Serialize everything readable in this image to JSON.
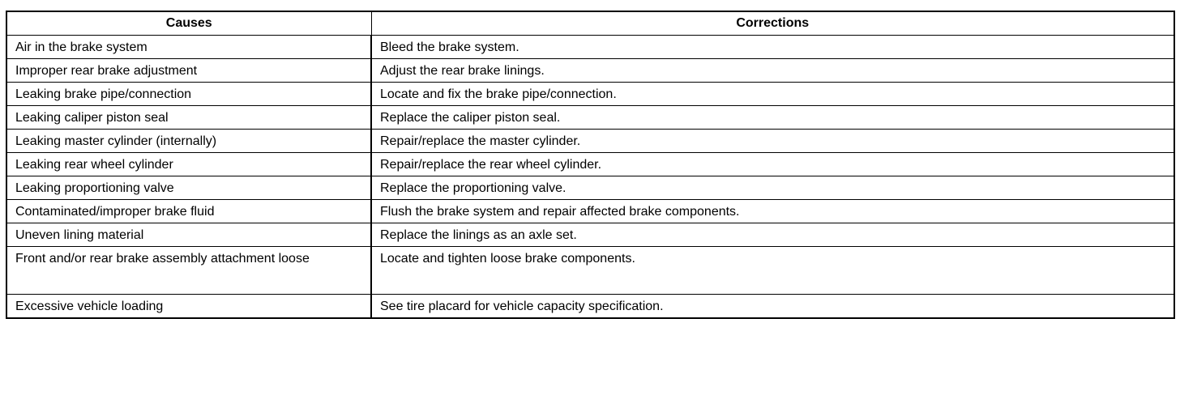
{
  "table": {
    "headers": [
      "Causes",
      "Corrections"
    ],
    "rows": [
      {
        "cause": "Air in the brake system",
        "correction": "Bleed the brake system."
      },
      {
        "cause": "Improper rear brake adjustment",
        "correction": "Adjust the rear brake linings."
      },
      {
        "cause": "Leaking brake pipe/connection",
        "correction": "Locate and fix the brake pipe/connection."
      },
      {
        "cause": "Leaking caliper piston seal",
        "correction": "Replace the caliper piston seal."
      },
      {
        "cause": "Leaking master cylinder (internally)",
        "correction": "Repair/replace the master cylinder."
      },
      {
        "cause": "Leaking rear wheel cylinder",
        "correction": "Repair/replace the rear wheel cylinder."
      },
      {
        "cause": "Leaking proportioning valve",
        "correction": "Replace the proportioning valve."
      },
      {
        "cause": "Contaminated/improper brake fluid",
        "correction": "Flush the brake system and repair affected brake components."
      },
      {
        "cause": "Uneven lining material",
        "correction": "Replace the linings as an axle set."
      },
      {
        "cause": "Front and/or rear brake assembly attachment loose",
        "correction": "Locate and tighten loose brake components."
      },
      {
        "cause": "Excessive vehicle loading",
        "correction": "See tire placard for vehicle capacity specification."
      }
    ]
  }
}
